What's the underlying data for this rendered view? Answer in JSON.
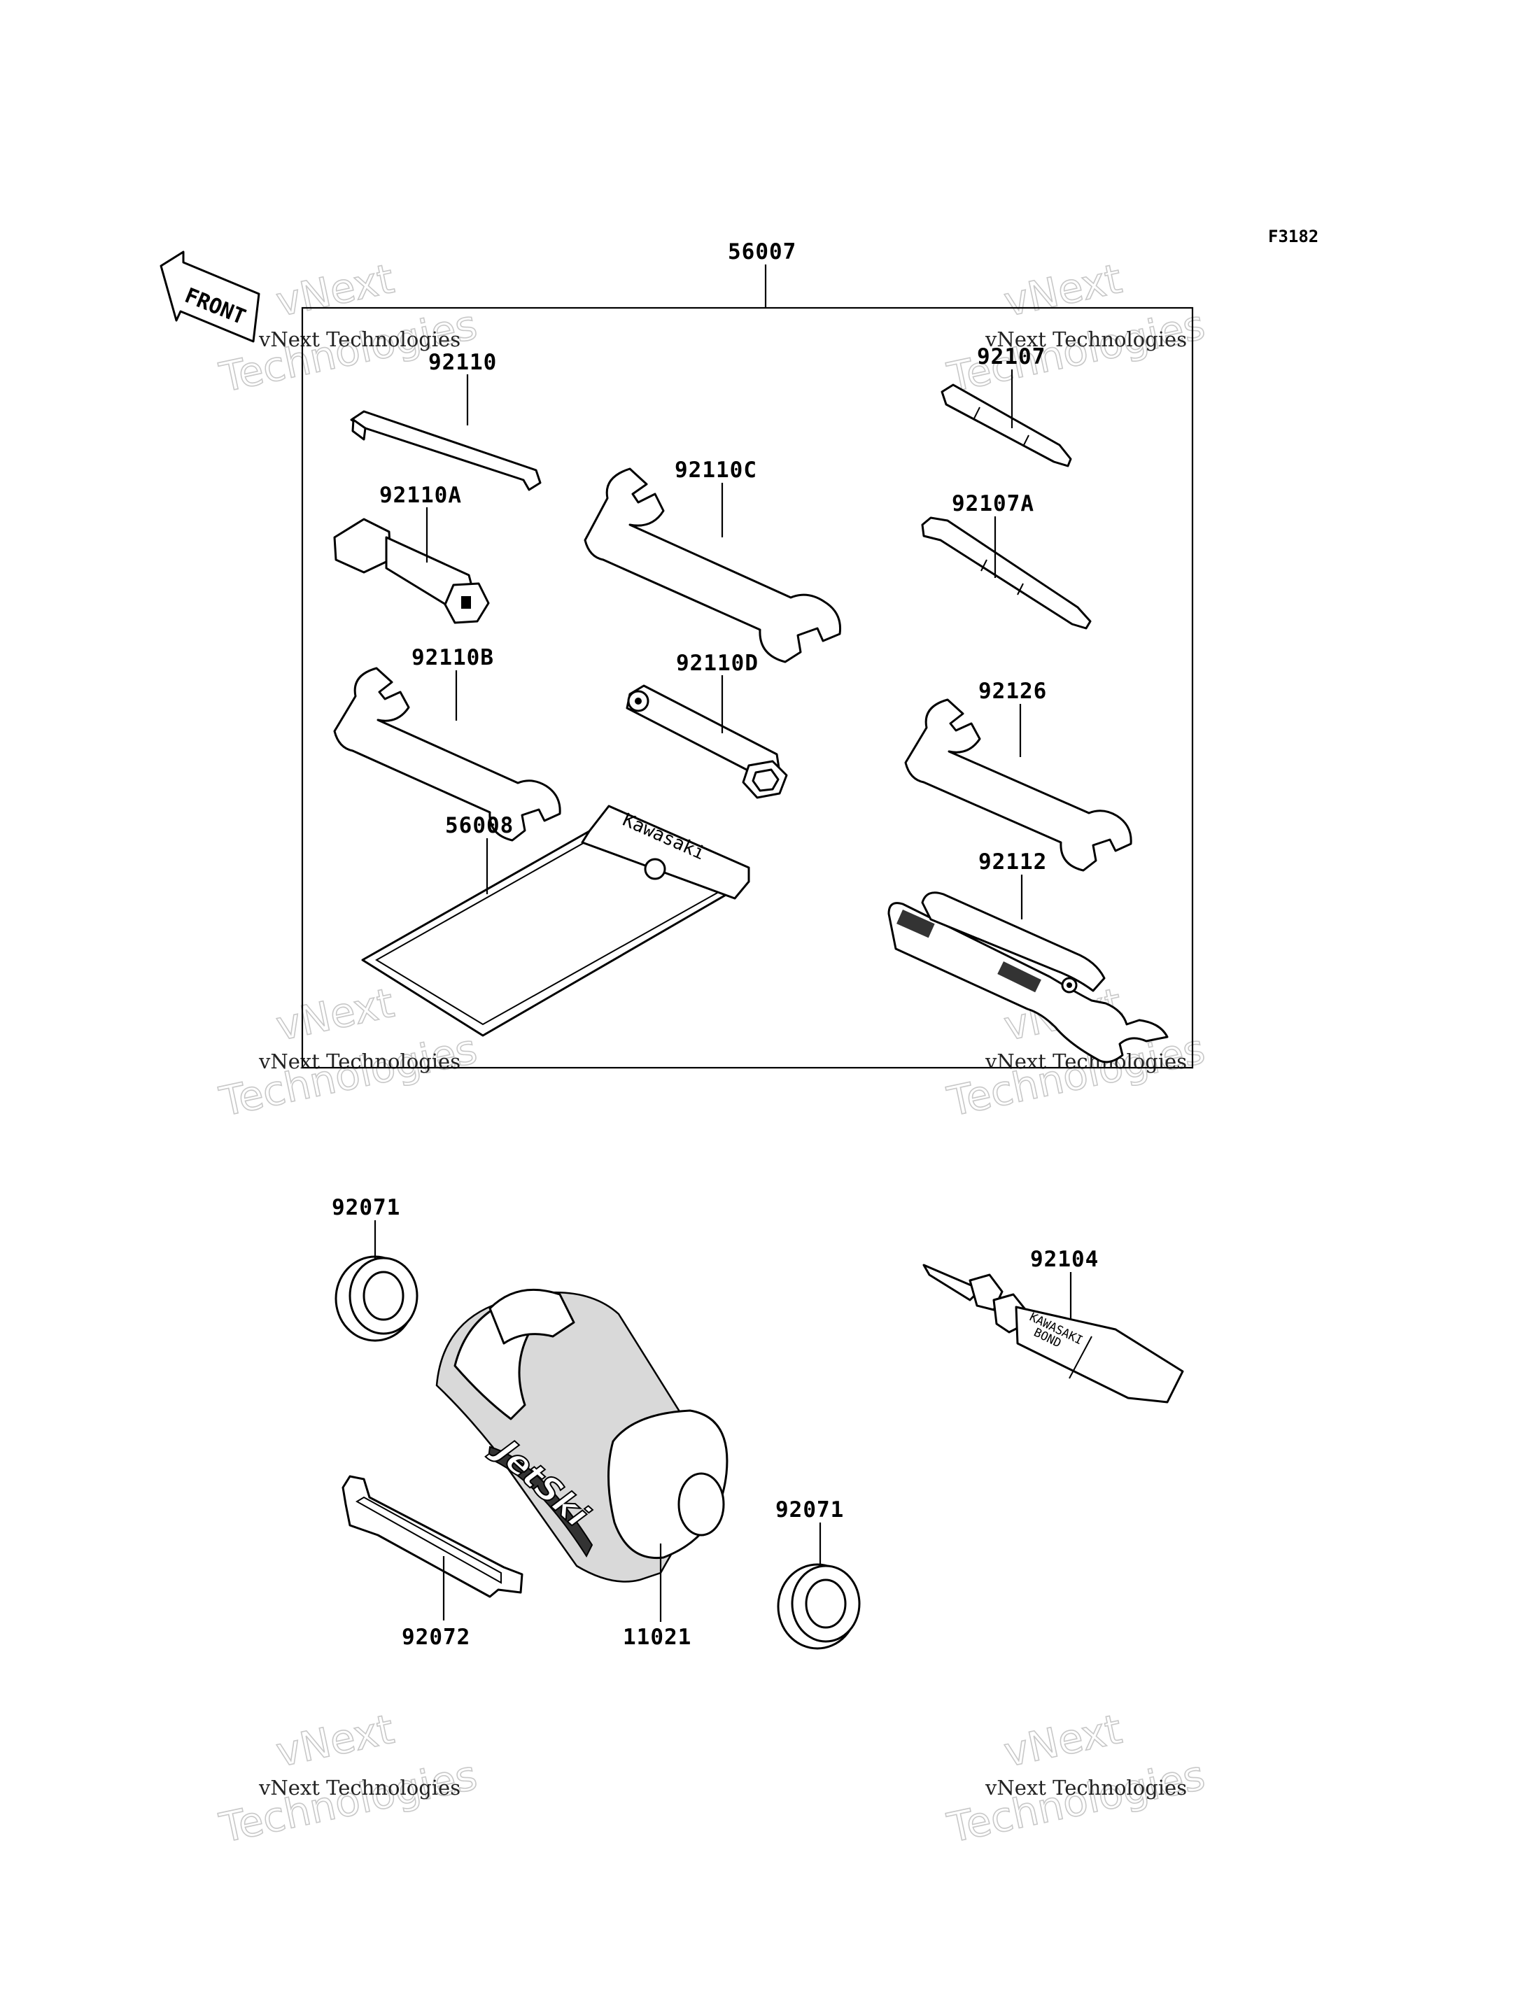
{
  "diagram": {
    "reference_code": "F3182",
    "front_label": "FRONT",
    "kit_label": "56007",
    "watermark_small": "vNext Technologies",
    "watermark_big_1": "vNext",
    "watermark_big_2": "Technologies",
    "pouch_brand": "Kawasaki",
    "bond_brand": "KAWASAKI",
    "bond_label": "BOND",
    "bag_logo": "JetSki"
  },
  "parts": [
    {
      "number": "92110"
    },
    {
      "number": "92110A"
    },
    {
      "number": "92110B"
    },
    {
      "number": "92110C"
    },
    {
      "number": "92110D"
    },
    {
      "number": "92107"
    },
    {
      "number": "92107A"
    },
    {
      "number": "92126"
    },
    {
      "number": "56008"
    },
    {
      "number": "92112"
    },
    {
      "number": "92071"
    },
    {
      "number": "92104"
    },
    {
      "number": "92071"
    },
    {
      "number": "92072"
    },
    {
      "number": "11021"
    }
  ]
}
